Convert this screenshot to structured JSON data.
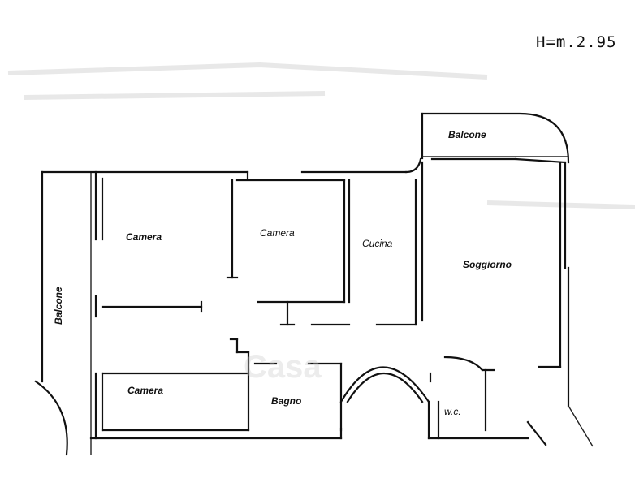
{
  "plan": {
    "height_note": "H=m.2.95",
    "rooms": {
      "balcone_top": "Balcone",
      "balcone_left": "Balcone",
      "camera_1": "Camera",
      "camera_2": "Camera",
      "camera_3": "Camera",
      "cucina": "Cucina",
      "soggiorno": "Soggiorno",
      "bagno": "Bagno",
      "wc": "w.c."
    },
    "colors": {
      "wall": "#111111",
      "background": "#ffffff"
    }
  }
}
